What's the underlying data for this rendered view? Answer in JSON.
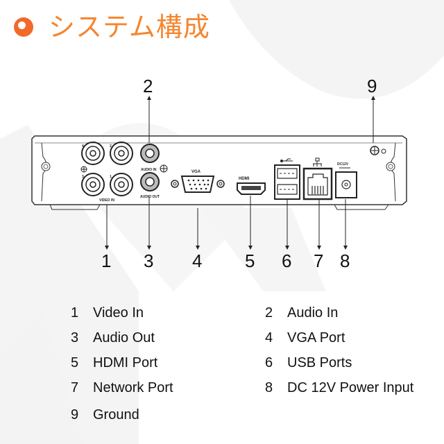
{
  "header": {
    "title": "システム構成",
    "accent_color": "#f26a2a",
    "title_color": "#f5852f",
    "bullet_icon": "circle-bullet-icon"
  },
  "device": {
    "name": "DVR rear panel",
    "panel_labels": {
      "video_in": "VIDEO IN",
      "audio_in": "AUDIO IN",
      "audio_out": "AUDIO OUT",
      "vga": "VGA",
      "hdmi": "HDMI",
      "dc": "DC12V",
      "bnc_channels": [
        "4",
        "2",
        "3",
        "1"
      ]
    }
  },
  "callouts": {
    "top": [
      {
        "number": "2",
        "target": "Audio In"
      },
      {
        "number": "9",
        "target": "Ground"
      }
    ],
    "bottom": [
      {
        "number": "1",
        "target": "Video In"
      },
      {
        "number": "3",
        "target": "Audio Out"
      },
      {
        "number": "4",
        "target": "VGA Port"
      },
      {
        "number": "5",
        "target": "HDMI Port"
      },
      {
        "number": "6",
        "target": "USB Ports"
      },
      {
        "number": "7",
        "target": "Network Port"
      },
      {
        "number": "8",
        "target": "DC 12V Power Input"
      }
    ]
  },
  "legend": {
    "left": [
      {
        "number": "1",
        "label": "Video In"
      },
      {
        "number": "3",
        "label": "Audio Out"
      },
      {
        "number": "5",
        "label": "HDMI Port"
      },
      {
        "number": "7",
        "label": "Network Port"
      },
      {
        "number": "9",
        "label": "Ground"
      }
    ],
    "right": [
      {
        "number": "2",
        "label": "Audio In"
      },
      {
        "number": "4",
        "label": "VGA Port"
      },
      {
        "number": "6",
        "label": "USB Ports"
      },
      {
        "number": "8",
        "label": "DC 12V Power Input"
      }
    ]
  }
}
